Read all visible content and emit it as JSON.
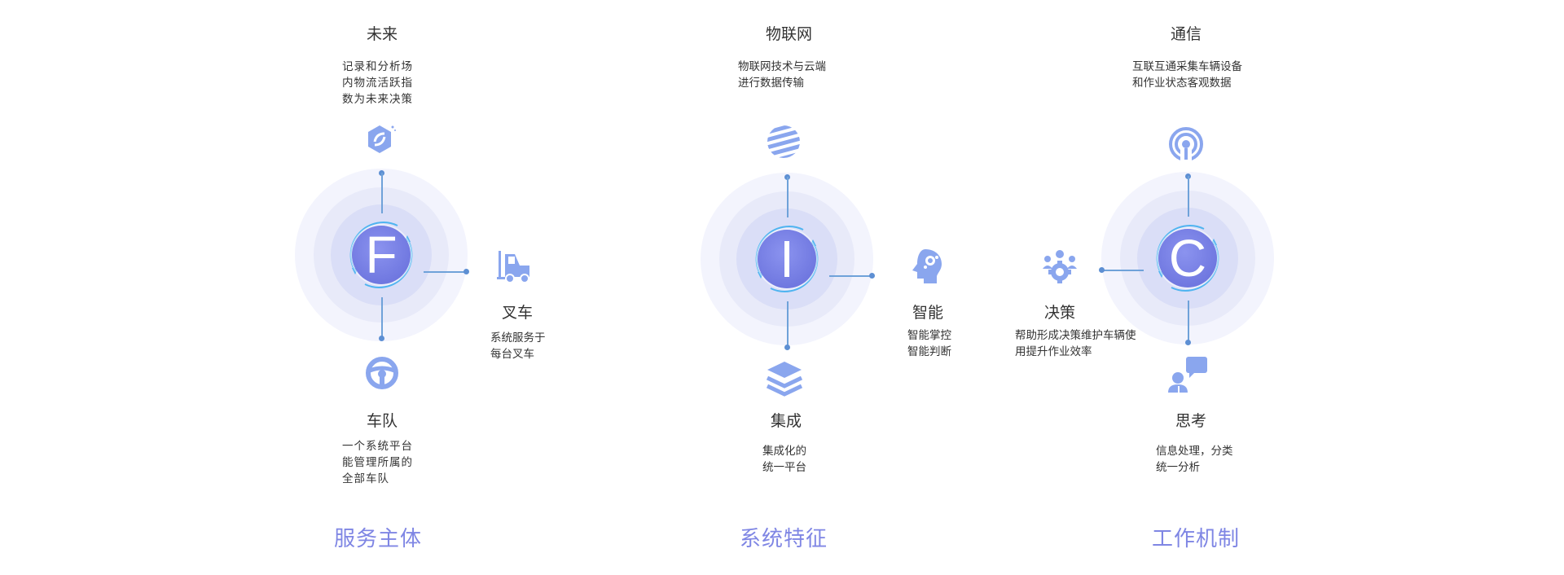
{
  "groups": [
    {
      "letter": "F",
      "section": "服务主体",
      "top": {
        "title": "未来",
        "lines": [
          "记录和分析场",
          "内物流活跃指",
          "数为未来决策"
        ],
        "icon": "hexagon-refresh-icon"
      },
      "side": {
        "title": "叉车",
        "lines": [
          "系统服务于",
          "每台叉车"
        ],
        "icon": "forklift-icon"
      },
      "bottom": {
        "title": "车队",
        "lines": [
          "一个系统平台",
          "能管理所属的",
          "全部车队"
        ],
        "icon": "steering-wheel-icon"
      }
    },
    {
      "letter": "I",
      "section": "系统特征",
      "top": {
        "title": "物联网",
        "lines": [
          "物联网技术与云端",
          "进行数据传输"
        ],
        "icon": "striped-globe-icon"
      },
      "side": {
        "title": "智能",
        "lines": [
          "智能掌控",
          "智能判断"
        ],
        "icon": "brain-head-icon"
      },
      "bottom": {
        "title": "集成",
        "lines": [
          "集成化的",
          "统一平台"
        ],
        "icon": "stacked-layers-icon"
      }
    },
    {
      "letter": "C",
      "section": "工作机制",
      "top": {
        "title": "通信",
        "lines": [
          "互联互通采集车辆设备",
          "和作业状态客观数据"
        ],
        "icon": "broadcast-signal-icon"
      },
      "side": {
        "title": "决策",
        "lines": [
          "帮助形成决策维护车辆使",
          "用提升作业效率"
        ],
        "icon": "team-gear-icon"
      },
      "bottom": {
        "title": "思考",
        "lines": [
          "信息处理，分类",
          "统一分析"
        ],
        "icon": "chat-person-icon"
      }
    }
  ],
  "colors": {
    "accent": "#7f86e4",
    "core": "#7078e0",
    "line": "#6fa2d9",
    "icon": "#8aa6ee"
  }
}
